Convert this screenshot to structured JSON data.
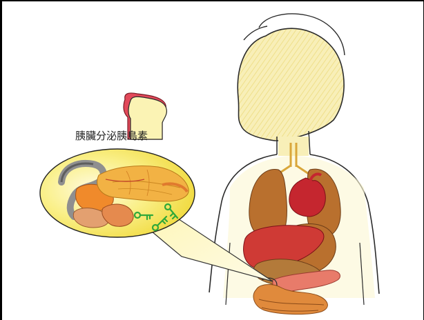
{
  "caption": {
    "text": "胰臟分泌胰島素"
  },
  "illustration": {
    "subject": "child-body-organs",
    "callout": "pancreas-magnified",
    "icons": [
      "bread-slice-icon",
      "key-icon",
      "key-icon",
      "key-icon"
    ]
  },
  "colors": {
    "skin_shading": "#f3e7a3",
    "callout_fill": "#f1df3c",
    "pancreas": "#f0a637",
    "liver": "#cf3a35",
    "heart": "#c5262f",
    "lung": "#b9702e",
    "key": "#2fa83a",
    "bread_crust": "#d94a5a",
    "bread_crumb": "#fbf3b4"
  }
}
